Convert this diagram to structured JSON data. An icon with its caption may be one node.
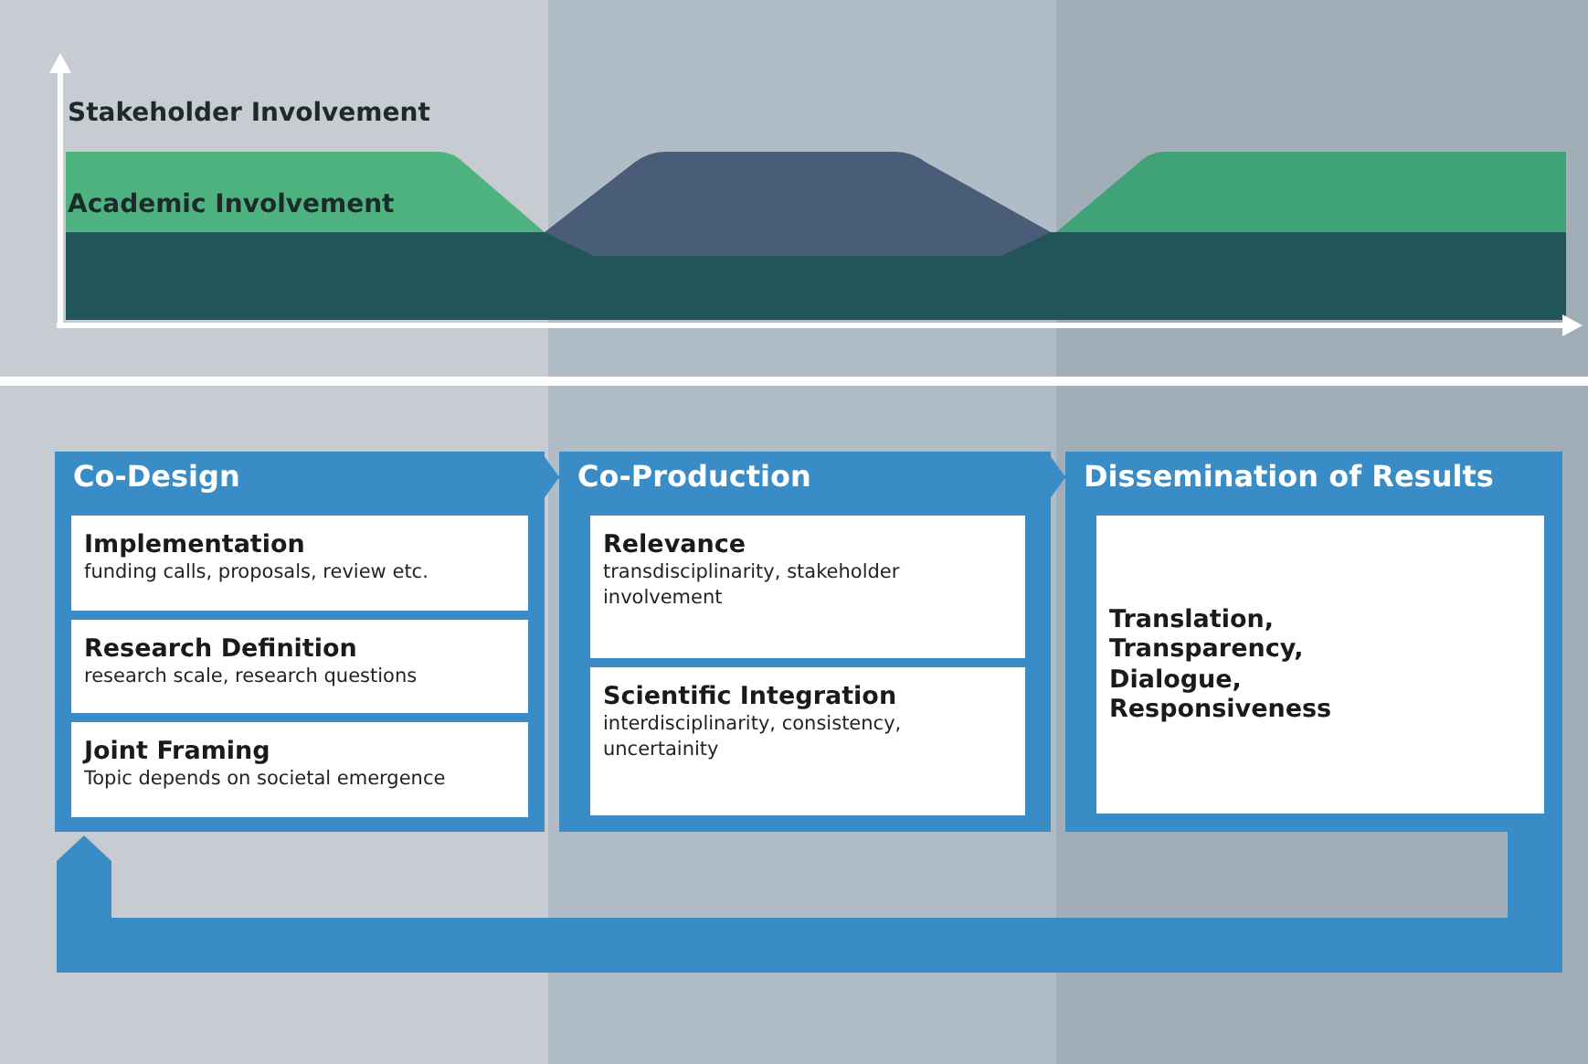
{
  "diagram": {
    "nodes": [
      {
        "text": [
          "Co-Design"
        ]
      },
      {
        "text": [
          "Implementation",
          "funding calls, proposals, review etc."
        ],
        "in": 0
      },
      {
        "text": [
          "Research Definition",
          "research scale, research questions"
        ],
        "in": 0
      },
      {
        "text": [
          "Joint Framing",
          "Topic depends on societal emergence"
        ],
        "in": 0
      },
      {
        "text": [
          "Co-Production"
        ]
      },
      {
        "text": [
          "Relevance",
          "transdisciplinarity, stakeholder involvement"
        ],
        "in": 4
      },
      {
        "text": [
          "Scientific Integration",
          "interdisciplinarity, consistency, uncertainity"
        ],
        "in": 4
      },
      {
        "text": [
          "Dissemination of Results"
        ]
      },
      {
        "text": [
          "Translation, Transparency, Dialogue, Responsiveness"
        ],
        "in": 7
      }
    ],
    "edges": [
      {
        "from": 0,
        "to": 4,
        "arrow": "to"
      },
      {
        "from": 4,
        "to": 7,
        "arrow": "to"
      },
      {
        "from": 7,
        "to": 0,
        "arrow": "to",
        "style": "thick"
      }
    ],
    "labels": [
      "Stakeholder Involvement",
      "Academic Involvement"
    ]
  }
}
